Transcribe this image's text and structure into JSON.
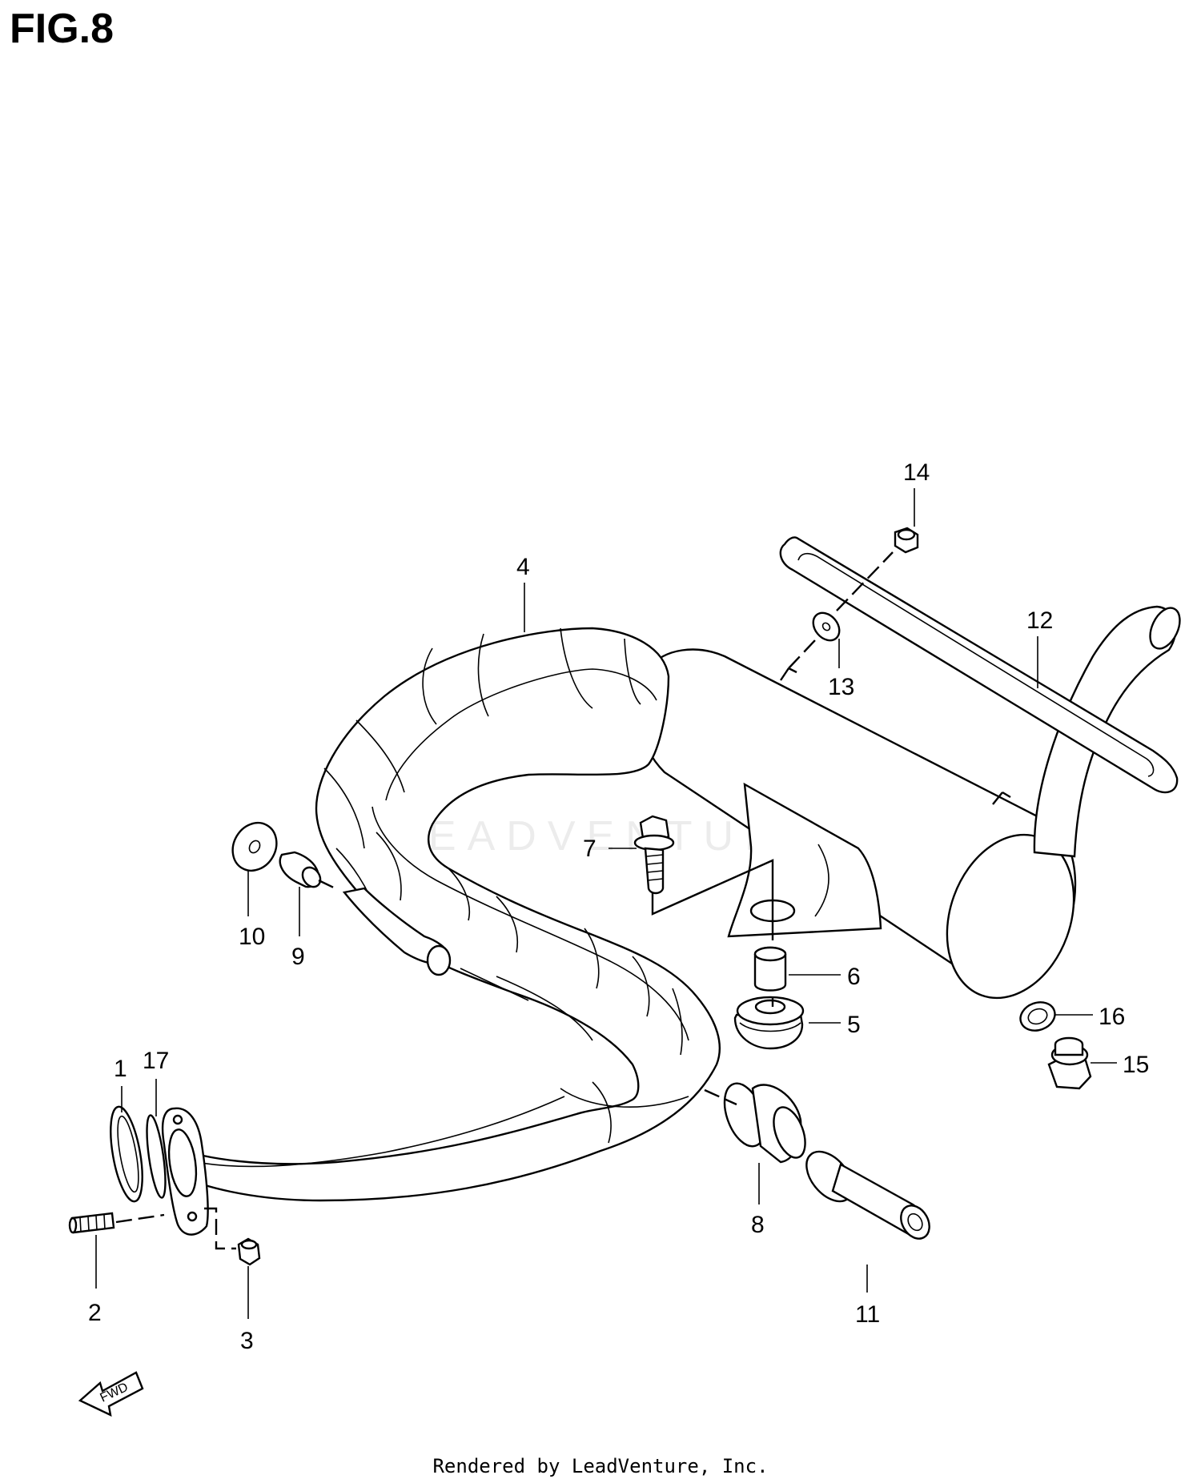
{
  "title": "FIG.8",
  "watermark": "LEADVENTURE",
  "fwd_label": "FWD",
  "footer": "Rendered by LeadVenture, Inc.",
  "callouts": [
    {
      "id": "c1",
      "label": "1"
    },
    {
      "id": "c2",
      "label": "2"
    },
    {
      "id": "c3",
      "label": "3"
    },
    {
      "id": "c4",
      "label": "4"
    },
    {
      "id": "c5",
      "label": "5"
    },
    {
      "id": "c6",
      "label": "6"
    },
    {
      "id": "c7",
      "label": "7"
    },
    {
      "id": "c8",
      "label": "8"
    },
    {
      "id": "c9",
      "label": "9"
    },
    {
      "id": "c10",
      "label": "10"
    },
    {
      "id": "c11",
      "label": "11"
    },
    {
      "id": "c12",
      "label": "12"
    },
    {
      "id": "c13",
      "label": "13"
    },
    {
      "id": "c14",
      "label": "14"
    },
    {
      "id": "c15",
      "label": "15"
    },
    {
      "id": "c16",
      "label": "16"
    },
    {
      "id": "c17",
      "label": "17"
    }
  ]
}
